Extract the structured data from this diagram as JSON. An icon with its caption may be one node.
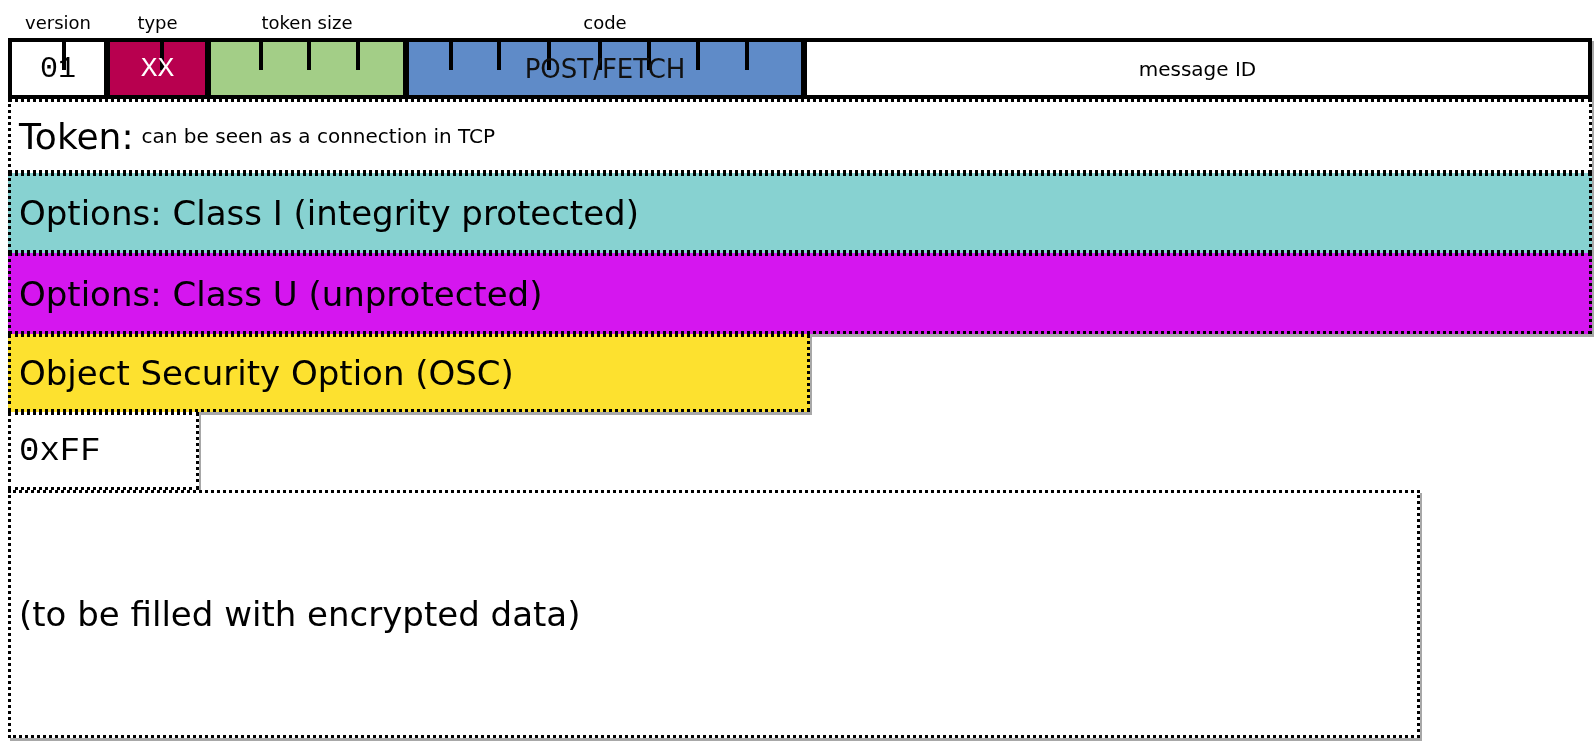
{
  "diagram": {
    "nodes": [
      {
        "text": [
          "version",
          "01"
        ]
      },
      {
        "text": [
          "type",
          "XX"
        ]
      },
      {
        "text": [
          "token size"
        ]
      },
      {
        "text": [
          "code",
          "POST/FETCH"
        ]
      },
      {
        "text": [
          "message ID"
        ]
      },
      {
        "text": [
          "Token:",
          "can be seen as a connection in TCP"
        ]
      },
      {
        "text": [
          "Options: Class I (integrity protected)"
        ]
      },
      {
        "text": [
          "Options: Class U (unprotected)"
        ]
      },
      {
        "text": [
          "Object Security Option (OSC)"
        ]
      },
      {
        "text": [
          "0xFF"
        ]
      },
      {
        "text": [
          "(to be filled with encrypted data)"
        ]
      }
    ]
  }
}
